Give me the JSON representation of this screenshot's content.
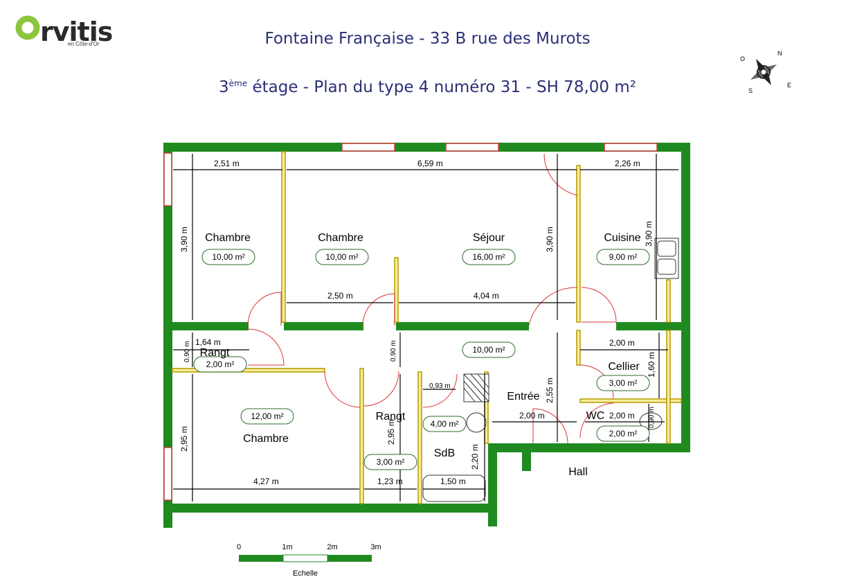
{
  "logo": {
    "name": "Orvitis",
    "tagline": "en Côte-d'Or"
  },
  "header": {
    "title_line1": "Fontaine Française - 33 B rue des Murots",
    "title_line2_prefix": "3",
    "title_line2_sup": "ème",
    "title_line2_rest": " étage - Plan du type 4 numéro 31 - SH 78,00 m²"
  },
  "compass": {
    "n": "N",
    "o": "O",
    "s": "S",
    "e": "E"
  },
  "rooms": {
    "chambre1": {
      "name": "Chambre",
      "area": "10,00 m²"
    },
    "chambre2": {
      "name": "Chambre",
      "area": "10,00 m²"
    },
    "sejour": {
      "name": "Séjour",
      "area": "16,00 m²"
    },
    "cuisine": {
      "name": "Cuisine",
      "area": "9,00 m²"
    },
    "rangt1": {
      "name": "Rangt",
      "area": "2,00 m²"
    },
    "degagement": {
      "area": "10,00 m²"
    },
    "cellier": {
      "name": "Cellier",
      "area": "3,00 m²"
    },
    "chambre3": {
      "name": "Chambre",
      "area": "12,00 m²"
    },
    "rangt2": {
      "name": "Rangt",
      "area": "3,00 m²"
    },
    "sdb": {
      "name": "SdB",
      "area": "4,00 m²"
    },
    "entree": {
      "name": "Entrée"
    },
    "wc": {
      "name": "WC",
      "area": "2,00 m²"
    },
    "hall": {
      "name": "Hall"
    }
  },
  "dimensions": {
    "d1": "2,51 m",
    "d2": "6,59 m",
    "d3": "2,26 m",
    "d4": "3,90 m",
    "d5": "3,90 m",
    "d6": "3,90 m",
    "d7": "2,50 m",
    "d8": "4,04 m",
    "d9": "1,64 m",
    "d10": "0,90 m",
    "d11": "0,90 m",
    "d12": "2,00 m",
    "d13": "1,60 m",
    "d14": "0,93 m",
    "d15": "2,55 m",
    "d16": "2,00 m",
    "d17": "2,00 m",
    "d18": "0,90 m",
    "d19": "2,95 m",
    "d20": "2,95 m",
    "d21": "2,20 m",
    "d22": "4,27 m",
    "d23": "1,23 m",
    "d24": "1,50 m"
  },
  "scale": {
    "label": "Echelle",
    "t0": "0",
    "t1": "1m",
    "t2": "2m",
    "t3": "3m"
  },
  "colors": {
    "wall": "#1f8a1f",
    "window": "#c83c3c",
    "door": "#d93434",
    "partition": "#e8e070",
    "tag_border": "#2e6b2e"
  }
}
